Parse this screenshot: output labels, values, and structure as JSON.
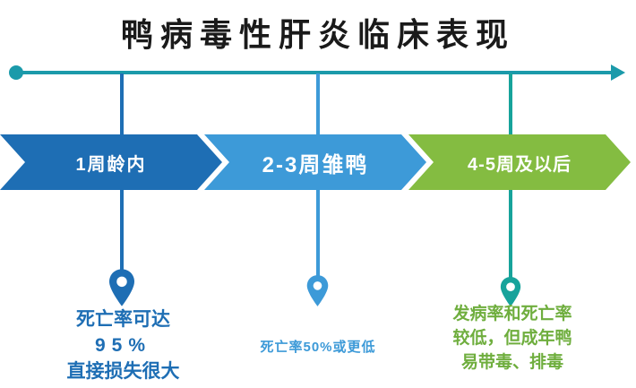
{
  "title": "鸭病毒性肝炎临床表现",
  "colors": {
    "title": "#1a1a1a",
    "timeline": "#1b9aaa",
    "stage1": "#1e6eb4",
    "stage2": "#3d9ad8",
    "stage3": "#84bc41",
    "marker3": "#17a39b",
    "note3": "#6fae3e"
  },
  "stages": [
    {
      "label": "1周龄内",
      "note_lines": [
        "死亡率可达",
        "95%",
        "直接损失很大"
      ]
    },
    {
      "label": "2-3周雏鸭",
      "note_lines": [
        "死亡率50%或更低"
      ]
    },
    {
      "label": "4-5周及以后",
      "note_lines": [
        "发病率和死亡率",
        "较低，但成年鸭",
        "易带毒、排毒"
      ]
    }
  ]
}
